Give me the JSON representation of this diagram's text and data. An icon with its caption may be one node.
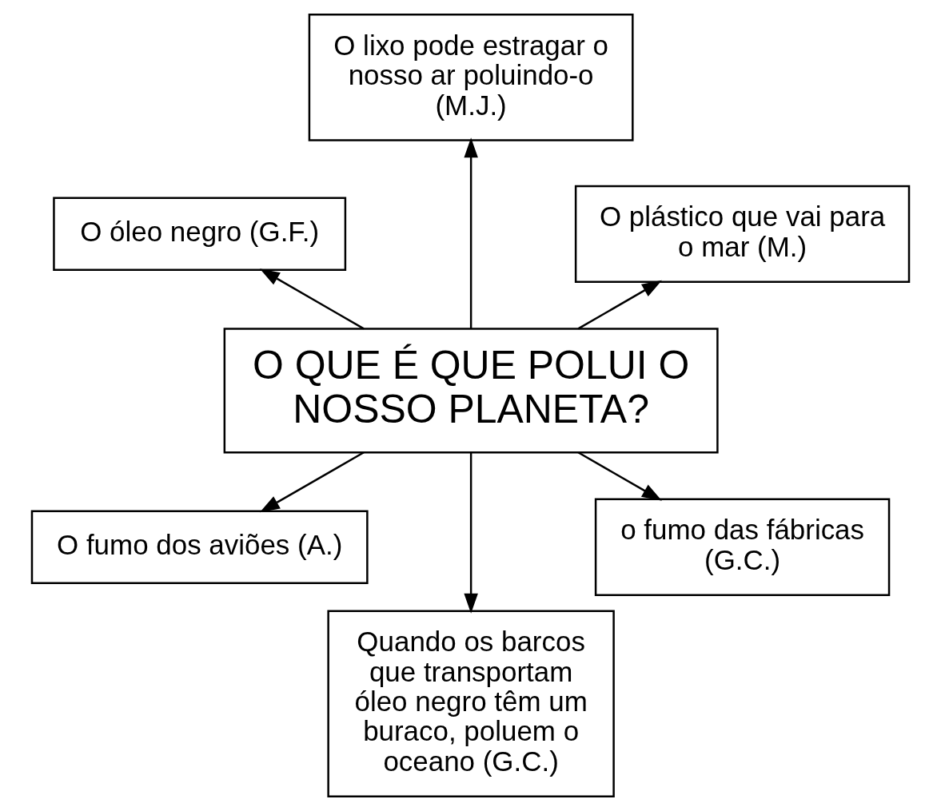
{
  "diagram": {
    "nodes": [
      {
        "text": [
          "O QUE É QUE POLUI O NOSSO PLANETA?"
        ]
      },
      {
        "text": [
          "O plástico que vai para o mar (M.)"
        ]
      },
      {
        "text": [
          "O lixo pode estragar o nosso ar poluindo-o (M.J.)"
        ]
      },
      {
        "text": [
          "O óleo negro (G.F.)"
        ]
      },
      {
        "text": [
          "O fumo dos aviões (A.)"
        ]
      },
      {
        "text": [
          "Quando os barcos que transportam óleo negro têm um buraco, poluem o oceano (G.C.)"
        ]
      },
      {
        "text": [
          "o fumo das fábricas (G.C.)"
        ]
      }
    ],
    "edges": [
      {
        "from": 0,
        "to": 1,
        "arrow": "to"
      },
      {
        "from": 0,
        "to": 2,
        "arrow": "to"
      },
      {
        "from": 0,
        "to": 3,
        "arrow": "to"
      },
      {
        "from": 0,
        "to": 4,
        "arrow": "to"
      },
      {
        "from": 0,
        "to": 5,
        "arrow": "to"
      },
      {
        "from": 0,
        "to": 6,
        "arrow": "to"
      }
    ]
  }
}
